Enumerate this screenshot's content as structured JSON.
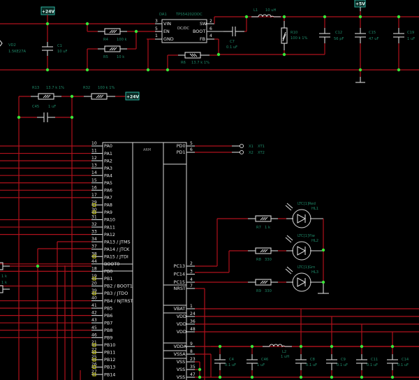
{
  "power_ports": {
    "p24v_top": "+24V",
    "p24v_mid": "+24V",
    "p5v": "+5V"
  },
  "components": {
    "vd2": {
      "ref": "VD2",
      "value": "1.5KE27A"
    },
    "c1": {
      "ref": "C1",
      "value": "10 uF"
    },
    "r4": {
      "ref": "R4",
      "value": "100 k"
    },
    "r5": {
      "ref": "R5",
      "value": "10 k"
    },
    "r6": {
      "ref": "R6",
      "value": "13.7 k 1%"
    },
    "da1": {
      "ref": "DA1",
      "value": "TPS54202DDC",
      "title": "DC/DC",
      "pins_left": [
        {
          "num": "3",
          "name": "VIN"
        },
        {
          "num": "5",
          "name": "EN"
        },
        {
          "num": "1",
          "name": "GND"
        }
      ],
      "pins_right": [
        {
          "num": "2",
          "name": "SW"
        },
        {
          "num": "6",
          "name": "BOOT"
        },
        {
          "num": "4",
          "name": "FB"
        }
      ]
    },
    "c7": {
      "ref": "C7",
      "value": "0.1 uF"
    },
    "l1": {
      "ref": "L1",
      "value": "10 uH"
    },
    "r10": {
      "ref": "R10",
      "value": "100 k 1%"
    },
    "c12": {
      "ref": "C12",
      "value": "56 pF"
    },
    "c15": {
      "ref": "C15",
      "value": "47 uF"
    },
    "c19": {
      "ref": "C19",
      "value": "1 uF"
    },
    "r13": {
      "ref": "R13",
      "value": "13.7 k 1%"
    },
    "r32": {
      "ref": "R32",
      "value": "100 k 1%"
    },
    "c45": {
      "ref": "C45",
      "value": "1 uF"
    },
    "x1": {
      "ref": "X1",
      "value": "XT1"
    },
    "x2": {
      "ref": "X2",
      "value": "XT2"
    },
    "r7": {
      "ref": "R7",
      "value": "1 k"
    },
    "r8": {
      "ref": "R8",
      "value": "330"
    },
    "r9": {
      "ref": "R9",
      "value": "330"
    },
    "hl1": {
      "ref": "HL1",
      "value": "LTC[1]Red"
    },
    "hl2": {
      "ref": "HL2",
      "value": "LTC[1]Ylw"
    },
    "hl3": {
      "ref": "HL3",
      "value": "LTC[1]Grn"
    },
    "c4": {
      "ref": "C4",
      "value": "0.1 uF"
    },
    "c46": {
      "ref": "C46",
      "value": "1 uF"
    },
    "l2": {
      "ref": "L2",
      "value": "1 uH"
    },
    "c8": {
      "ref": "C8",
      "value": "0.1 uF"
    },
    "c9": {
      "ref": "C9",
      "value": "0.1 uF"
    },
    "c11": {
      "ref": "C11",
      "value": "0.1 uF"
    },
    "c14": {
      "ref": "C14",
      "value": "0.1 uF"
    },
    "left_r1": {
      "value": "1 k"
    },
    "left_r2": {
      "value": "1 k"
    }
  },
  "mcu": {
    "title": "ARM",
    "left_pins": [
      {
        "num": "10",
        "name": "PA0"
      },
      {
        "num": "11",
        "name": "PA1"
      },
      {
        "num": "12",
        "name": "PA2"
      },
      {
        "num": "13",
        "name": "PA3"
      },
      {
        "num": "14",
        "name": "PA4"
      },
      {
        "num": "15",
        "name": "PA5"
      },
      {
        "num": "16",
        "name": "PA6"
      },
      {
        "num": "17",
        "name": "PA7"
      },
      {
        "num": "29",
        "name": "PA8"
      },
      {
        "num": "30",
        "name": "PA9"
      },
      {
        "num": "31",
        "name": "PA10"
      },
      {
        "num": "32",
        "name": "PA11"
      },
      {
        "num": "33",
        "name": "PA12"
      },
      {
        "num": "34",
        "name": "PA13 / JTMS"
      },
      {
        "num": "37",
        "name": "PA14 / JTCK"
      },
      {
        "num": "38",
        "name": "PA15 / JTDI"
      },
      {
        "num": "44",
        "name": "BOOT0"
      },
      {
        "num": "18",
        "name": "PB0"
      },
      {
        "num": "19",
        "name": "PB1"
      },
      {
        "num": "20",
        "name": "PB2 / BOOT1"
      },
      {
        "num": "39",
        "name": "PB3 / JTDO"
      },
      {
        "num": "40",
        "name": "PB4 / NJTRST"
      },
      {
        "num": "41",
        "name": "PB5"
      },
      {
        "num": "42",
        "name": "PB6"
      },
      {
        "num": "43",
        "name": "PB7"
      },
      {
        "num": "45",
        "name": "PB8"
      },
      {
        "num": "46",
        "name": "PB9"
      },
      {
        "num": "21",
        "name": "PB10"
      },
      {
        "num": "22",
        "name": "PB11"
      },
      {
        "num": "25",
        "name": "PB12"
      },
      {
        "num": "26",
        "name": "PB13"
      },
      {
        "num": "27",
        "name": "PB14"
      }
    ],
    "right_pins_top": [
      {
        "num": "5",
        "name": "PD0"
      },
      {
        "num": "6",
        "name": "PD1"
      }
    ],
    "right_pins_mid": [
      {
        "num": "2",
        "name": "PC13"
      },
      {
        "num": "3",
        "name": "PC14"
      },
      {
        "num": "4",
        "name": "PC15"
      }
    ],
    "right_pins_nrst": {
      "num": "7",
      "name": "NRST"
    },
    "right_pins_pwr": [
      {
        "num": "1",
        "name": "VBAT"
      },
      {
        "num": "24",
        "name": "VDD"
      },
      {
        "num": "36",
        "name": "VDD"
      },
      {
        "num": "48",
        "name": "VDD"
      },
      {
        "num": "9",
        "name": "VDDA"
      },
      {
        "num": "8",
        "name": "VSSA"
      },
      {
        "num": "23",
        "name": "VSS"
      },
      {
        "num": "35",
        "name": "VSS"
      },
      {
        "num": "47",
        "name": "VSS"
      }
    ]
  }
}
